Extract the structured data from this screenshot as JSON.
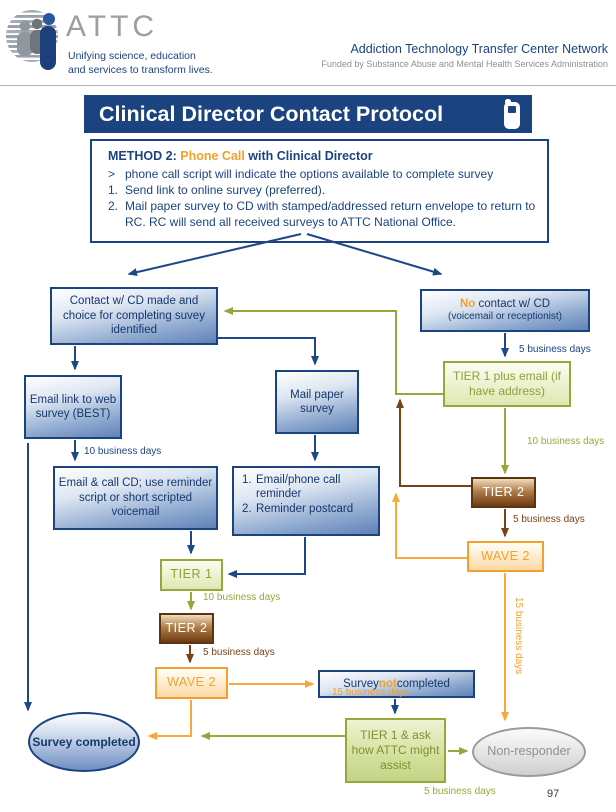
{
  "header": {
    "logo_text": "ATTC",
    "tagline_line1": "Unifying science, education",
    "tagline_line2": "and services to transform lives.",
    "network_name": "Addiction Technology Transfer Center Network",
    "funded_by": "Funded by Substance Abuse and Mental Health Services Administration"
  },
  "title_bar": {
    "title": "Clinical Director Contact Protocol",
    "icon": "phone-icon"
  },
  "method_box": {
    "heading_prefix": "METHOD 2: ",
    "heading_highlight": "Phone Call",
    "heading_suffix": " with Clinical Director",
    "items": [
      {
        "marker": ">",
        "text": "phone call script will indicate the options available to complete survey"
      },
      {
        "marker": "1.",
        "text": "Send link to online survey (preferred)."
      },
      {
        "marker": "2.",
        "text": "Mail paper survey to CD with stamped/addressed return envelope to return to RC. RC will send all received surveys to ATTC National Office."
      }
    ]
  },
  "nodes": {
    "contact": "Contact w/ CD made and choice for completing suvey identified",
    "no_contact_highlight": "No",
    "no_contact_rest": " contact w/ CD",
    "no_contact_sub": "(voicemail or receptionist)",
    "email_link": "Email link to web survey (BEST)",
    "mail_paper": "Mail paper survey",
    "email_call": "Email & call CD; use reminder script or short scripted voicemail",
    "reminder_items": [
      {
        "marker": "1.",
        "text": "Email/phone call reminder"
      },
      {
        "marker": "2.",
        "text": "Reminder postcard"
      }
    ],
    "tier1_plus": "TIER 1 plus email (if have address)",
    "tier2_right": "TIER 2",
    "wave2_right": "WAVE 2",
    "tier1_left": "TIER 1",
    "tier2_left": "TIER 2",
    "wave2_left": "WAVE 2",
    "survey_not_pre": "Survey ",
    "survey_not_highlight": "not",
    "survey_not_post": " completed",
    "tier1_ask": "TIER 1 & ask how ATTC might assist",
    "survey_completed": "Survey completed",
    "non_responder": "Non-responder"
  },
  "labels": {
    "right_5bd_top": "5 business days",
    "right_10bd": "10 business days",
    "right_5bd_mid": "5 business days",
    "right_15bd_vert": "15 business days",
    "left_10bd_top": "10 business days",
    "left_10bd": "10 business days",
    "left_5bd": "5 business days",
    "left_15bd": "15 business days",
    "bottom_5bd": "5 business days"
  },
  "page_number": "97",
  "colors": {
    "navy": "#1b4380",
    "orange": "#f5a02c",
    "olive": "#97a83b",
    "brown": "#7a4317",
    "gray": "#8d8f91"
  }
}
